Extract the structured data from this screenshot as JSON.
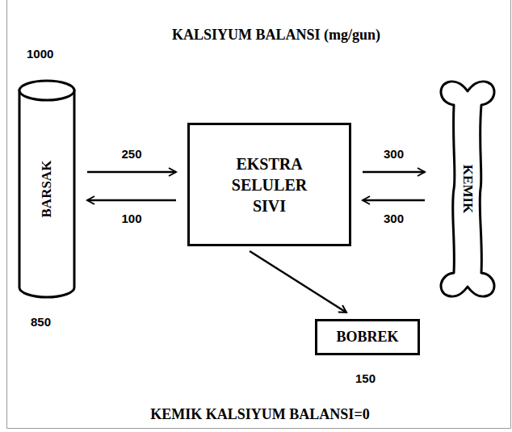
{
  "diagram": {
    "title": "KALSIYUM BALANSI (mg/gun)",
    "caption": "KEMIK KALSIYUM BALANSI=0",
    "nodes": [
      {
        "text": [
          "BARSAK"
        ]
      },
      {
        "text": [
          "EKSTRA SELULER SIVI"
        ]
      },
      {
        "text": [
          "KEMIK"
        ]
      },
      {
        "text": [
          "BOBREK"
        ]
      }
    ],
    "edges": [
      {
        "from": 0,
        "to": 1,
        "label": "250",
        "arrow": "to"
      },
      {
        "from": 1,
        "to": 0,
        "label": "100",
        "arrow": "to"
      },
      {
        "from": 1,
        "to": 2,
        "label": "300",
        "arrow": "to"
      },
      {
        "from": 2,
        "to": 1,
        "label": "300",
        "arrow": "to"
      },
      {
        "from": 1,
        "to": 3,
        "arrow": "to"
      }
    ],
    "labels": [
      "1000",
      "850",
      "150"
    ]
  }
}
